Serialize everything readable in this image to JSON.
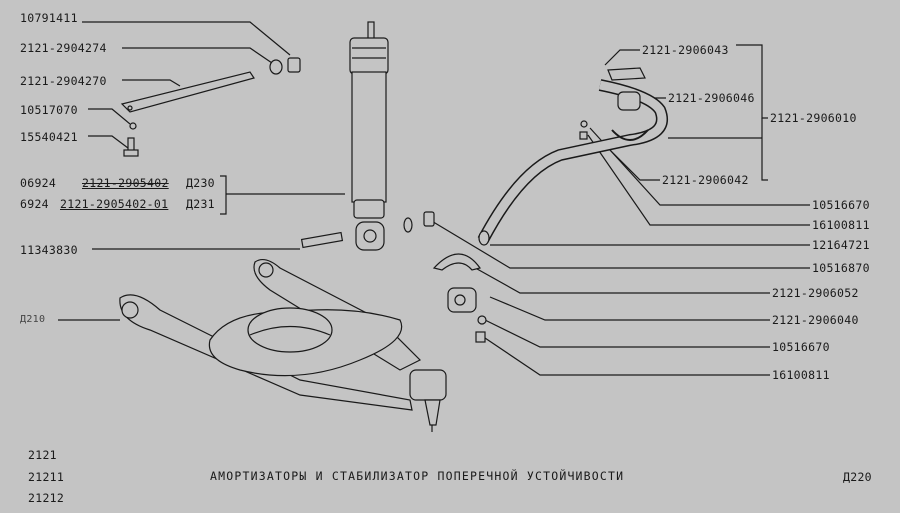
{
  "left_labels": {
    "p10791411": "10791411",
    "p2904274": "2121-2904274",
    "p2904270": "2121-2904270",
    "p10517070": "10517070",
    "p15540421": "15540421",
    "row1_code": "06924",
    "row1_part": "2121-2905402",
    "row1_ref": "Д230",
    "row2_code": "6924",
    "row2_part": "2121-2905402-01",
    "row2_ref": "Д231",
    "p11343830": "11343830",
    "d210": "Д210"
  },
  "right_labels": {
    "p2906043": "2121-2906043",
    "p2906046": "2121-2906046",
    "p2906010": "2121-2906010",
    "p2906042": "2121-2906042",
    "p10516670a": "10516670",
    "p16100811a": "16100811",
    "p12164721": "12164721",
    "p10516870": "10516870",
    "p2906052": "2121-2906052",
    "p2906040": "2121-2906040",
    "p10516670b": "10516670",
    "p16100811b": "16100811"
  },
  "footer": {
    "models": [
      "2121",
      "21211",
      "21212"
    ],
    "title": "АМОРТИЗАТОРЫ И СТАБИЛИЗАТОР ПОПЕРЕЧНОЙ УСТОЙЧИВОСТИ",
    "page": "Д220"
  }
}
